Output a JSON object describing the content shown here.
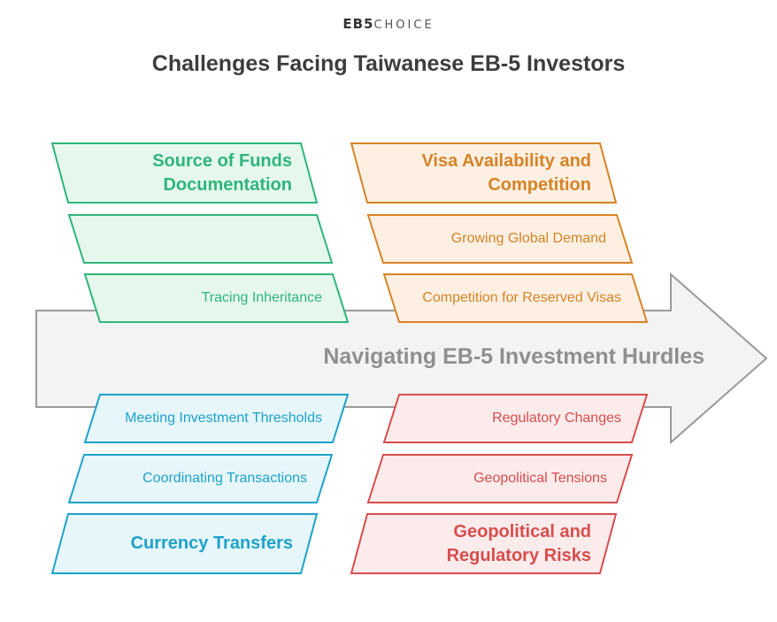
{
  "logo": {
    "part1": "EB5",
    "part2": "CHOICE"
  },
  "title": "Challenges Facing Taiwanese EB-5 Investors",
  "spine_label": "Navigating EB-5 Investment Hurdles",
  "colors": {
    "green": "#2fb57a",
    "green_fill": "#e6f8ee",
    "orange": "#d68326",
    "orange_fill": "#fdf0e3",
    "blue": "#1ea2c9",
    "blue_fill": "#e6f6fb",
    "red": "#d74d4d",
    "red_fill": "#fcebeb",
    "arrow_fill": "#f3f3f3",
    "arrow_stroke": "#9a9a9a"
  },
  "branches": {
    "source_of_funds": {
      "title": "Source of Funds Documentation",
      "items": [
        "",
        "Tracing Inheritance"
      ]
    },
    "visa": {
      "title": "Visa Availability and Competition",
      "items": [
        "Growing Global Demand",
        "Competition for Reserved Visas"
      ]
    },
    "currency": {
      "title": "Currency Transfers",
      "items": [
        "Meeting Investment Thresholds",
        "Coordinating Transactions"
      ]
    },
    "risks": {
      "title": "Geopolitical and Regulatory Risks",
      "items": [
        "Regulatory Changes",
        "Geopolitical Tensions"
      ]
    }
  }
}
